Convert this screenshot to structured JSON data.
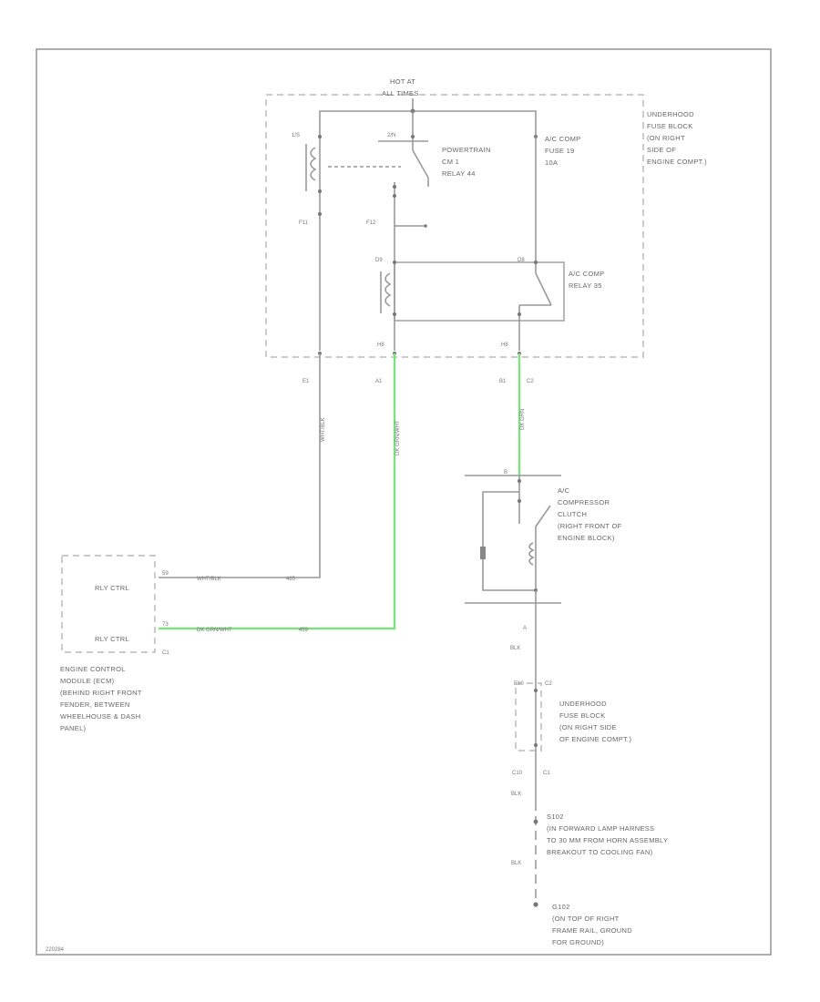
{
  "labels": {
    "hot_at": "HOT AT",
    "all_times": "ALL TIMES",
    "fuse_block_top": [
      "UNDERHOOD",
      "FUSE BLOCK",
      "(ON RIGHT",
      "SIDE OF",
      "ENGINE COMPT.)"
    ],
    "pcm_relay": [
      "POWERTRAIN",
      "CM 1",
      "RELAY 44"
    ],
    "ac_fuse": [
      "A/C COMP",
      "FUSE 19",
      "10A"
    ],
    "ac_relay": [
      "A/C COMP",
      "RELAY 35"
    ],
    "compressor": [
      "A/C",
      "COMPRESSOR",
      "CLUTCH",
      "(RIGHT FRONT OF",
      "ENGINE BLOCK)"
    ],
    "ecm_rly_ctrl_1": "RLY CTRL",
    "ecm_rly_ctrl_2": "RLY CTRL",
    "ecm_connector": "C1",
    "ecm": [
      "ENGINE CONTROL",
      "MODULE (ECM)",
      "(BEHIND RIGHT FRONT",
      "FENDER, BETWEEN",
      "WHEELHOUSE & DASH",
      "PANEL)"
    ],
    "fuse_block_bottom": [
      "UNDERHOOD",
      "FUSE BLOCK",
      "(ON RIGHT SIDE",
      "OF ENGINE COMPT.)"
    ],
    "splice": [
      "S102",
      "(IN FORWARD LAMP HARNESS",
      "TO 30 MM FROM HORN ASSEMBLY",
      "BREAKOUT TO COOLING FAN)"
    ],
    "ground": [
      "G102",
      "(ON TOP OF RIGHT",
      "FRAME RAIL, GROUND",
      "FOR GROUND)"
    ],
    "code": "220284"
  },
  "pins": {
    "f11": "F11",
    "f12": "F12",
    "e1": "E1",
    "a1": "A1",
    "b1": "B1",
    "c2_top": "C2",
    "h8a": "H8",
    "h8b": "H8",
    "comp_b": "B",
    "comp_a": "A",
    "e10": "E10",
    "c2_bot": "C2",
    "c10": "C10",
    "c1": "C1",
    "ecm_pin1": "59",
    "ecm_pin2": "73"
  },
  "wires": {
    "wht_blk": "WHT/BLK",
    "dk_grn_wht": "DK GRN/WHT",
    "dk_grn": "DK GRN",
    "circ_465": "465",
    "circ_459": "459",
    "blk1": "BLK",
    "blk2": "BLK",
    "blk3": "BLK"
  },
  "colors": {
    "wire_green": "#7fe07f",
    "wire_gray": "#999999"
  }
}
